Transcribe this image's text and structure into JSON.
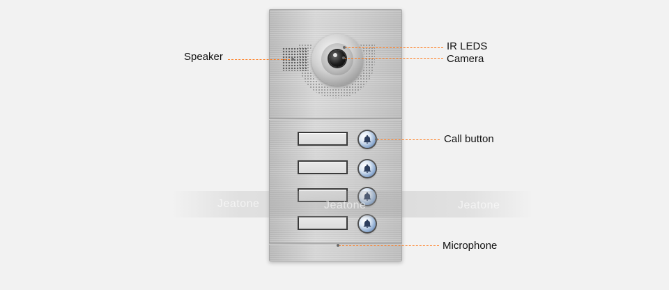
{
  "labels": {
    "speaker": "Speaker",
    "ir_leds": "IR LEDS",
    "camera": "Camera",
    "call_button": "Call button",
    "microphone": "Microphone"
  },
  "watermark": {
    "left": "Jeatone",
    "center": "Jeatone",
    "right": "Jeatone"
  },
  "colors": {
    "background": "#f2f2f2",
    "label_text": "#111111",
    "callout_line": "#ff7a1a"
  },
  "icons": {
    "call_button_icon": "bell-icon"
  }
}
